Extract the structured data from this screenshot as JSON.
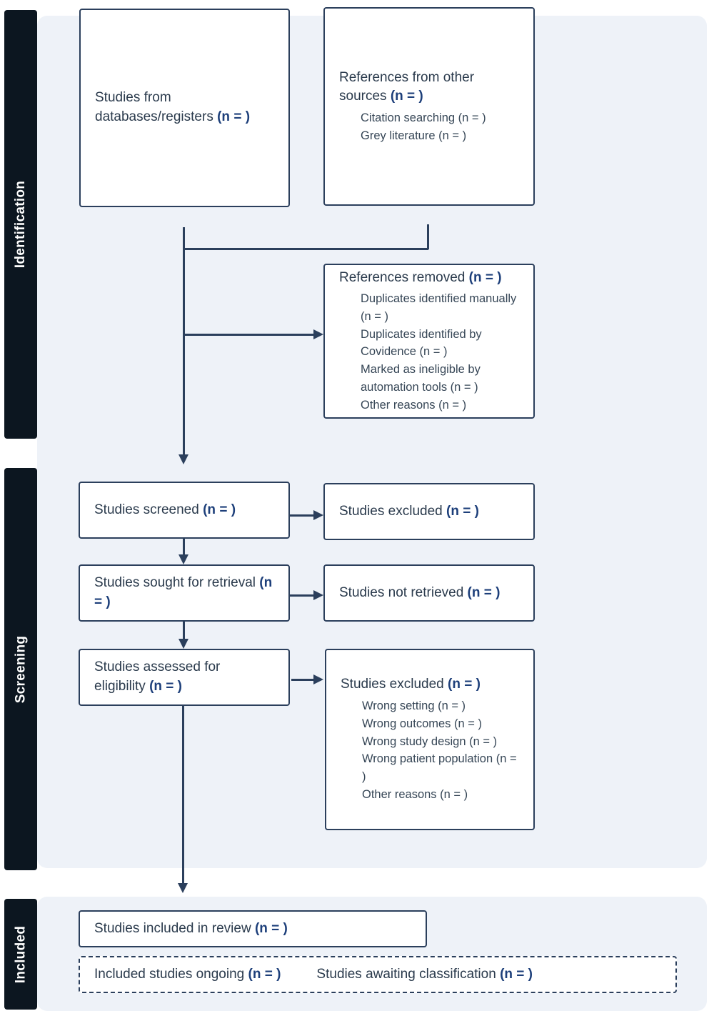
{
  "stages": {
    "identification": "Identification",
    "screening": "Screening",
    "included": "Included"
  },
  "boxes": {
    "databases": {
      "title": "Studies from databases/registers",
      "n": "(n = )"
    },
    "other_sources": {
      "title": "References from other sources",
      "n": "(n = )",
      "items": [
        "Citation searching (n = )",
        "Grey literature (n = )"
      ]
    },
    "removed": {
      "title": "References removed",
      "n": "(n = )",
      "items": [
        "Duplicates identified manually (n = )",
        "Duplicates identified by Covidence (n = )",
        "Marked as ineligible by automation tools (n = )",
        "Other reasons (n = )"
      ]
    },
    "screened": {
      "title": "Studies screened",
      "n": "(n = )"
    },
    "excluded1": {
      "title": "Studies excluded",
      "n": "(n = )"
    },
    "sought": {
      "title": "Studies sought for retrieval",
      "n": "(n = )"
    },
    "not_retrieved": {
      "title": "Studies not retrieved",
      "n": "(n = )"
    },
    "assessed": {
      "title": "Studies assessed for eligibility",
      "n": "(n = )"
    },
    "excluded2": {
      "title": "Studies excluded",
      "n": "(n = )",
      "items": [
        "Wrong setting (n = )",
        "Wrong outcomes (n = )",
        "Wrong study design (n = )",
        "Wrong patient population (n = )",
        "Other reasons (n = )"
      ]
    },
    "included": {
      "title": "Studies included in review",
      "n": "(n = )"
    },
    "ongoing": {
      "title": "Included studies ongoing",
      "n": "(n = )"
    },
    "awaiting": {
      "title": "Studies awaiting classification",
      "n": "(n = )"
    }
  }
}
